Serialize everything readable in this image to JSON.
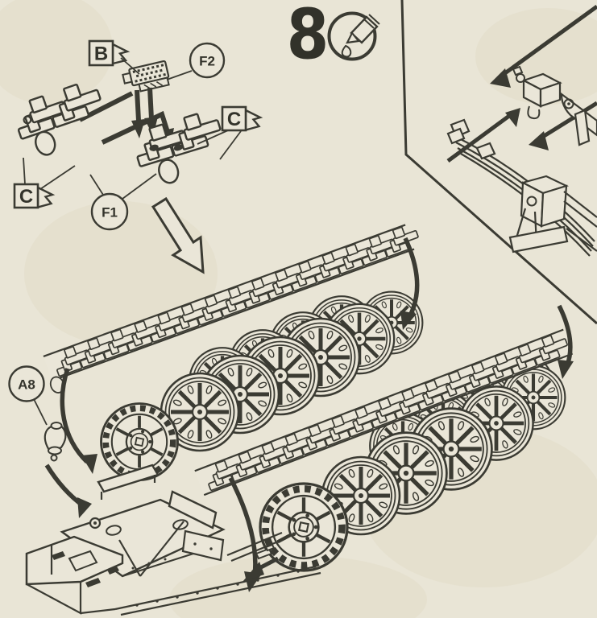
{
  "step": {
    "number": "8"
  },
  "icons": {
    "glue": "glue-tube-icon",
    "big_arrow": "big-down-arrow-icon"
  },
  "labels": {
    "flag_b": "B",
    "flag_c_left": "C",
    "flag_c_right": "C",
    "circle_f2": "F2",
    "circle_f1": "F1",
    "circle_a8": "A8"
  },
  "colors": {
    "paper": "#e9e5d6",
    "ink": "#3b3b33"
  }
}
